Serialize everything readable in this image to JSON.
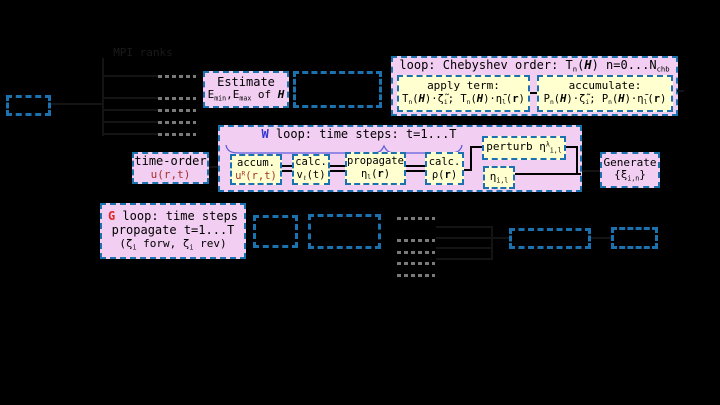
{
  "figure": {
    "background": "#000000",
    "palette": {
      "border_blue": "#1b72ae",
      "pink_fill": "#f2cef2",
      "yellow_fill": "#ffffd0",
      "gray_dash": "#7a7a7a",
      "red_accent": "#e02828",
      "dark_red": "#a5342a",
      "blue_letter": "#3434d0",
      "brace_blue": "#6060dd"
    },
    "mpi_label": "MPI ranks",
    "estimate_box": {
      "line1": "Estimate",
      "line2": [
        {
          "t": "E"
        },
        {
          "t": "min",
          "s": "sub"
        },
        {
          "t": ",E"
        },
        {
          "t": "max",
          "s": "sub"
        },
        {
          "t": " of "
        },
        {
          "t": "H",
          "s": "bi"
        }
      ]
    },
    "chebyshev_loop": {
      "header": [
        {
          "t": "loop: Chebyshev order: T"
        },
        {
          "t": "n",
          "s": "sub"
        },
        {
          "t": "("
        },
        {
          "t": "H",
          "s": "bi"
        },
        {
          "t": ") n=0...N"
        },
        {
          "t": "chb",
          "s": "sub"
        }
      ],
      "apply_box": {
        "line1": "apply term:",
        "line2": [
          {
            "t": "T"
          },
          {
            "t": "n",
            "s": "sub"
          },
          {
            "t": "("
          },
          {
            "t": "H",
            "s": "bi"
          },
          {
            "t": ")·ζ̃"
          },
          {
            "t": "i",
            "s": "sub"
          },
          {
            "t": "; T"
          },
          {
            "t": "n",
            "s": "sub"
          },
          {
            "t": "("
          },
          {
            "t": "H",
            "s": "bi"
          },
          {
            "t": ")·η̄"
          },
          {
            "t": "l",
            "s": "sub"
          },
          {
            "t": "("
          },
          {
            "t": "r",
            "s": "b"
          },
          {
            "t": ")"
          }
        ]
      },
      "accumulate_box": {
        "line1": "accumulate:",
        "line2": [
          {
            "t": "P"
          },
          {
            "t": "n",
            "s": "sub"
          },
          {
            "t": "("
          },
          {
            "t": "H",
            "s": "bi"
          },
          {
            "t": ")·ζ̃"
          },
          {
            "t": "i",
            "s": "sub"
          },
          {
            "t": "; P"
          },
          {
            "t": "n",
            "s": "sub"
          },
          {
            "t": "("
          },
          {
            "t": "H",
            "s": "bi"
          },
          {
            "t": ")·η̄"
          },
          {
            "t": "l",
            "s": "sub"
          },
          {
            "t": "("
          },
          {
            "t": "r",
            "s": "b"
          },
          {
            "t": ")"
          }
        ]
      }
    },
    "w_loop": {
      "header": [
        {
          "t": "W",
          "s": "blue"
        },
        {
          "t": " loop: time steps: t=1...T"
        }
      ],
      "accum_box": {
        "line1": "accum.",
        "line2": [
          {
            "t": "u",
            "s": "darkred"
          },
          {
            "t": "R",
            "s": "darkred sup"
          },
          {
            "t": "(r,t)",
            "s": "darkred"
          }
        ]
      },
      "calc_v_box": {
        "line1": "calc.",
        "line2": [
          {
            "t": "v"
          },
          {
            "t": "ℓ",
            "s": "sub"
          },
          {
            "t": "(t)"
          }
        ]
      },
      "propagate_box": {
        "line1": "propagate",
        "line2": [
          {
            "t": "η"
          },
          {
            "t": "l",
            "s": "sub"
          },
          {
            "t": "("
          },
          {
            "t": "r",
            "s": "b"
          },
          {
            "t": ")"
          }
        ]
      },
      "calc_rho_box": {
        "line1": "calc.",
        "line2": [
          {
            "t": "ρ"
          },
          {
            "t": "("
          },
          {
            "t": "r",
            "s": "b"
          },
          {
            "t": ")"
          }
        ]
      },
      "perturb_box": {
        "label": [
          {
            "t": "perturb η"
          },
          {
            "t": "λ",
            "s": "sup"
          },
          {
            "t": "i,l",
            "s": "sub"
          }
        ]
      },
      "eta_box": {
        "label": [
          {
            "t": "η"
          },
          {
            "t": "i,l",
            "s": "sub"
          }
        ]
      }
    },
    "generate_box": {
      "line1": "Generate",
      "line2": [
        {
          "t": "{ξ"
        },
        {
          "t": "i,n",
          "s": "sub"
        },
        {
          "t": "}"
        }
      ]
    },
    "time_order_box": {
      "line1": "time-order",
      "line2": [
        {
          "t": "u(r,t)",
          "s": "darkred"
        }
      ]
    },
    "g_loop_box": {
      "line1": [
        {
          "t": "G",
          "s": "red"
        },
        {
          "t": " loop: time steps"
        }
      ],
      "line2": "propagate t=1...T",
      "line3": [
        {
          "t": "(ζ"
        },
        {
          "t": "i",
          "s": "sub"
        },
        {
          "t": " forw, ζ"
        },
        {
          "t": "i",
          "s": "sub"
        },
        {
          "t": " rev)"
        }
      ]
    }
  }
}
